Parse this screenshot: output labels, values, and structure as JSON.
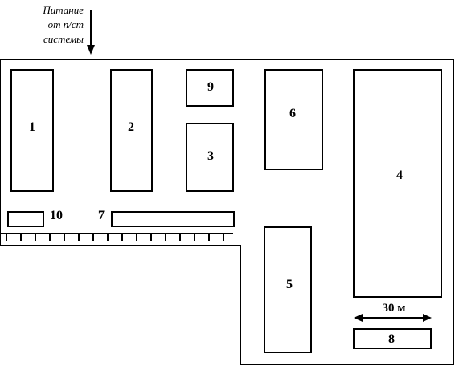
{
  "supply_label": [
    "Питание",
    "от п/ст",
    "системы"
  ],
  "buildings": [
    {
      "id": "1",
      "label": "1"
    },
    {
      "id": "2",
      "label": "2"
    },
    {
      "id": "3",
      "label": "3"
    },
    {
      "id": "4",
      "label": "4"
    },
    {
      "id": "5",
      "label": "5"
    },
    {
      "id": "6",
      "label": "6"
    },
    {
      "id": "7",
      "label": "7"
    },
    {
      "id": "8",
      "label": "8"
    },
    {
      "id": "9",
      "label": "9"
    },
    {
      "id": "10",
      "label": "10"
    }
  ],
  "scale": {
    "label": "30 м"
  }
}
